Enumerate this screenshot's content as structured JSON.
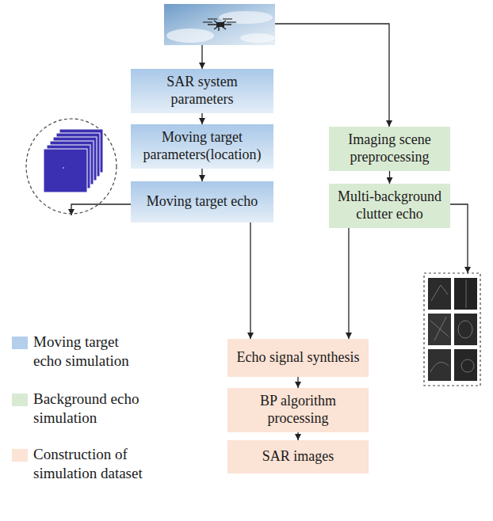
{
  "diagram": {
    "nodes": [
      {
        "text": [
          "SAR system parameters"
        ]
      },
      {
        "text": [
          "Moving target parameters(location)"
        ]
      },
      {
        "text": [
          "Moving target echo"
        ]
      },
      {
        "text": [
          "Imaging scene preprocessing"
        ]
      },
      {
        "text": [
          "Multi-background clutter echo"
        ]
      },
      {
        "text": [
          "Echo signal synthesis"
        ]
      },
      {
        "text": [
          "BP algorithm processing"
        ]
      },
      {
        "text": [
          "SAR images"
        ]
      }
    ],
    "edges": [
      {
        "from": 0,
        "to": 1,
        "arrow": "to"
      },
      {
        "from": 1,
        "to": 2,
        "arrow": "to"
      },
      {
        "from": 3,
        "to": 4,
        "arrow": "to"
      },
      {
        "from": 2,
        "to": 5,
        "arrow": "to"
      },
      {
        "from": 4,
        "to": 5,
        "arrow": "to"
      },
      {
        "from": 5,
        "to": 6,
        "arrow": "to"
      },
      {
        "from": 6,
        "to": 7,
        "arrow": "to"
      }
    ],
    "legend": [
      {
        "text": "Moving target echo simulation",
        "color": "#b4cfeb"
      },
      {
        "text": "Background echo simulation",
        "color": "#d9ead3"
      },
      {
        "text": "Construction of simulation dataset",
        "color": "#fbe3d5"
      }
    ]
  }
}
